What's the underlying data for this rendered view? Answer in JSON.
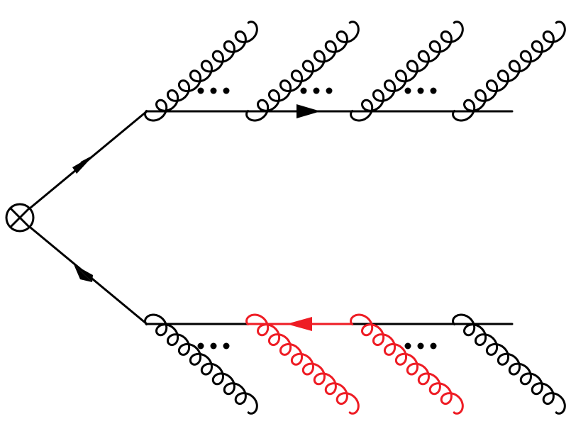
{
  "diagram": {
    "description_free": true,
    "vertex_symbol": "circled-times-icon",
    "colors": {
      "default": "#000000",
      "highlight": "#ee1c24",
      "background": "#ffffff"
    },
    "upper_gluons": [
      {
        "id": "u1",
        "color": "default"
      },
      {
        "id": "u2",
        "color": "default"
      },
      {
        "id": "u3",
        "color": "default"
      },
      {
        "id": "u4",
        "color": "default"
      }
    ],
    "lower_gluons": [
      {
        "id": "l1",
        "color": "default"
      },
      {
        "id": "l2",
        "color": "highlight"
      },
      {
        "id": "l3",
        "color": "highlight"
      },
      {
        "id": "l4",
        "color": "default"
      }
    ],
    "lower_highlight_segment": "highlight",
    "ellipsis_groups": 5
  }
}
